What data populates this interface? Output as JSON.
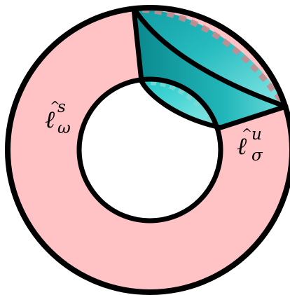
{
  "labels": {
    "left": {
      "base": "ℓ",
      "hat": "^",
      "sup": "s",
      "sub": "ω"
    },
    "right": {
      "base": "ℓ",
      "hat": "^",
      "sup": "u",
      "sub": "σ"
    }
  },
  "colors": {
    "annulus_fill": "#ffc3c6",
    "outline": "#000000",
    "teal_dark": "#1aa9ad",
    "teal_light": "#75e1e1",
    "dashed_border": "#c98b8f",
    "hole_fill": "#ffffff"
  }
}
